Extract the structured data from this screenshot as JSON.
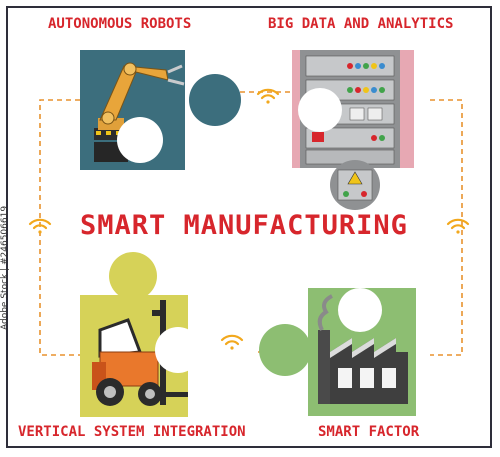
{
  "diagram": {
    "title": "SMART MANUFACTURING",
    "pieces": [
      {
        "id": "autonomous-robots",
        "label": "AUTONOMOUS ROBOTS"
      },
      {
        "id": "big-data",
        "label": "BIG DATA AND ANALYTICS"
      },
      {
        "id": "vertical-integration",
        "label": "VERTICAL SYSTEM INTEGRATION"
      },
      {
        "id": "smart-factory",
        "label": "SMART FACTOR"
      }
    ],
    "watermark": "Adobe Stock | #246506619",
    "colors": {
      "accent": "#d7262c",
      "connector": "#e8922e",
      "wifi": "#f2a81d",
      "teal": "#3c6e7d",
      "pink": "#e7a8b3",
      "yellow": "#d6d258",
      "green": "#8dbe72"
    }
  }
}
